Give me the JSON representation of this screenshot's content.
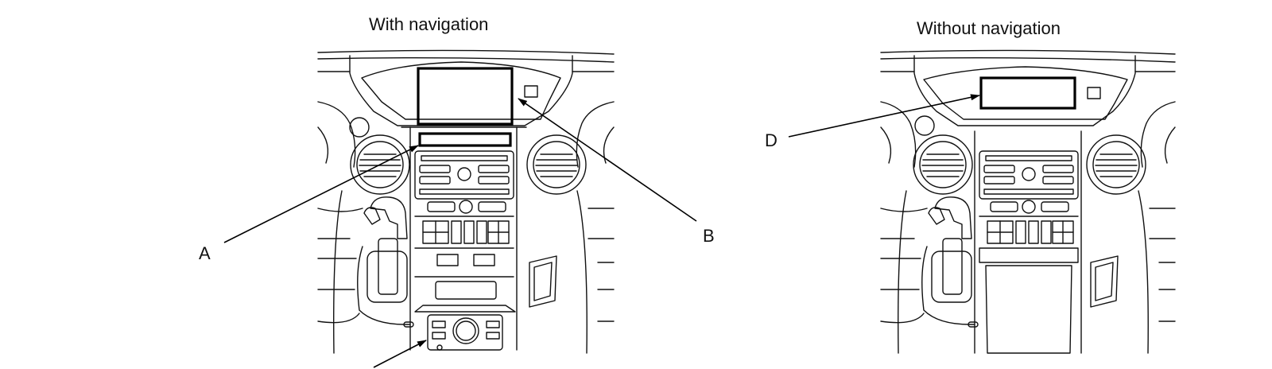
{
  "titles": {
    "with_nav": "With navigation",
    "without_nav": "Without navigation"
  },
  "callouts": {
    "a": "A",
    "b": "B",
    "d": "D"
  }
}
